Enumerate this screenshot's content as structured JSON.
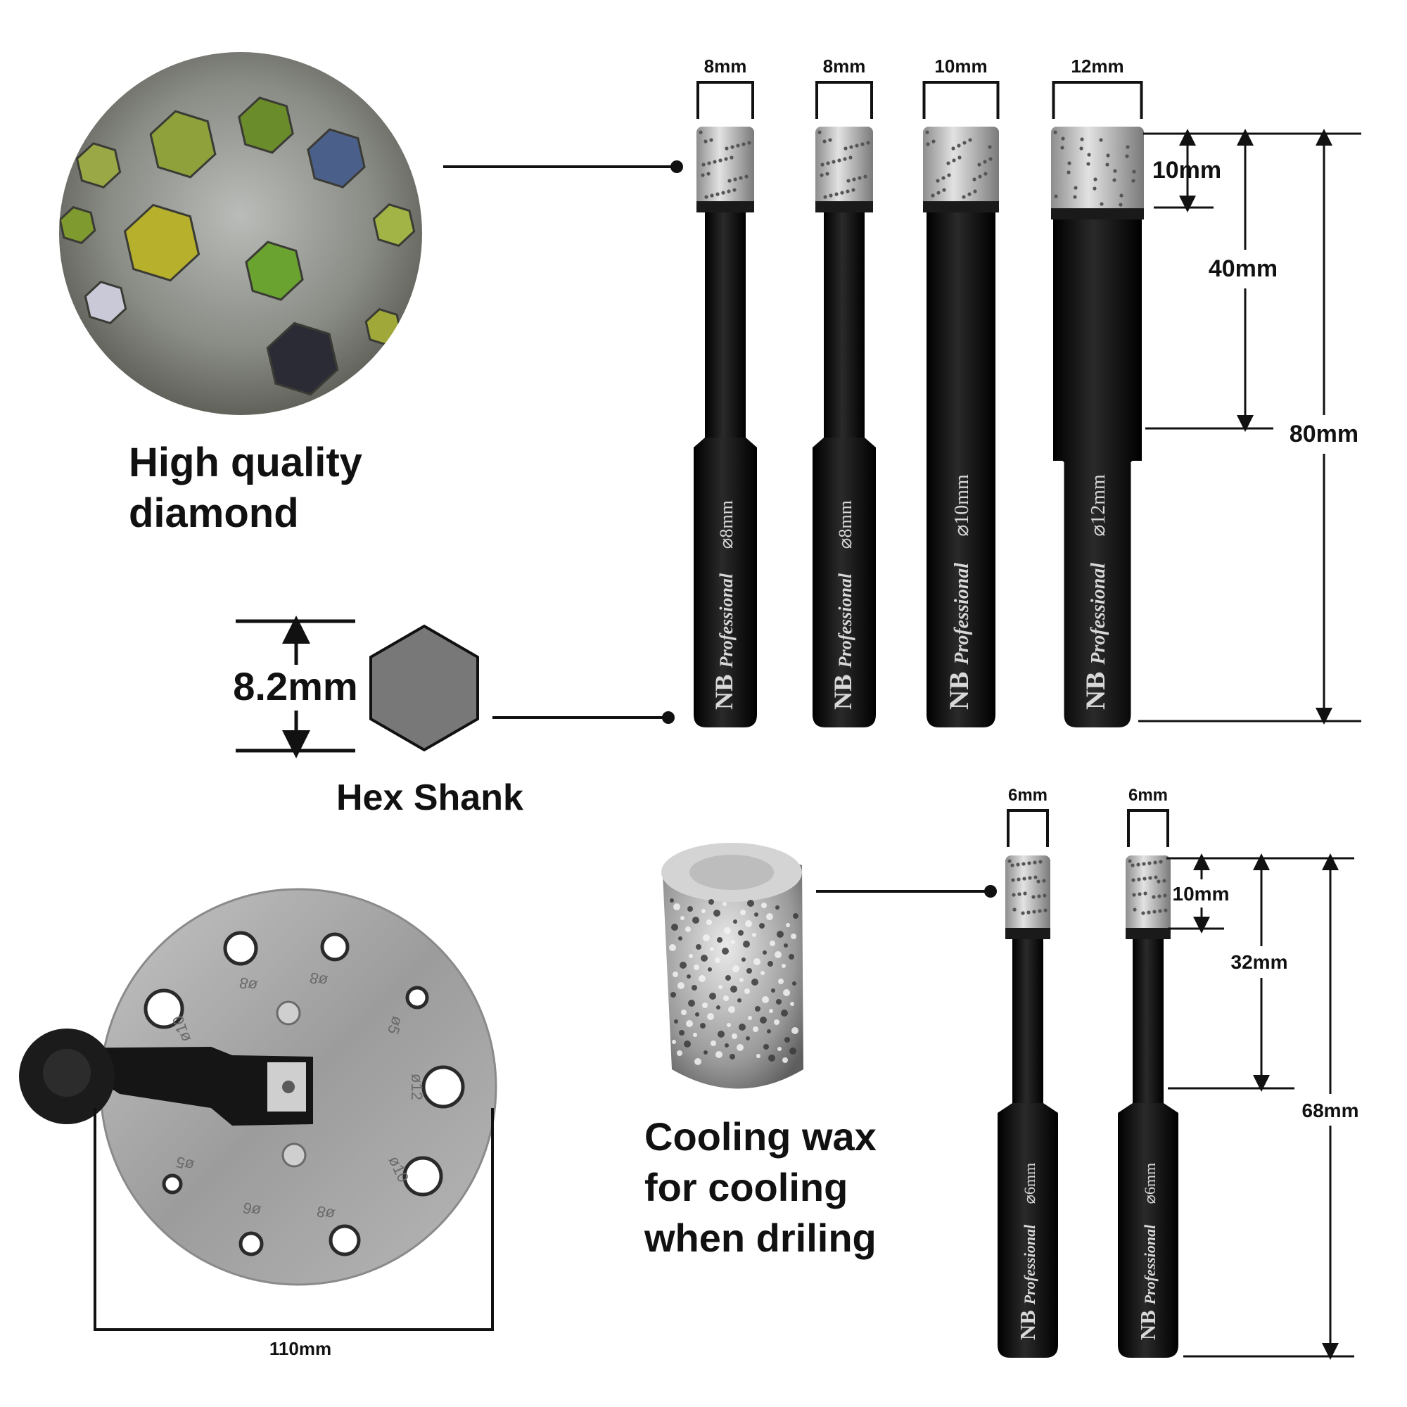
{
  "captions": {
    "diamond": [
      "High quality",
      "diamond"
    ],
    "hex_shank": "Hex Shank",
    "wax": [
      "Cooling wax",
      "for cooling",
      "when driling"
    ]
  },
  "top_bits": [
    {
      "width_label": "8mm",
      "engraving_size": "⌀8mm"
    },
    {
      "width_label": "8mm",
      "engraving_size": "⌀8mm"
    },
    {
      "width_label": "10mm",
      "engraving_size": "⌀10mm"
    },
    {
      "width_label": "12mm",
      "engraving_size": "⌀12mm"
    }
  ],
  "bottom_bits": [
    {
      "width_label": "6mm",
      "engraving_size": "⌀6mm"
    },
    {
      "width_label": "6mm",
      "engraving_size": "⌀6mm"
    }
  ],
  "engraving": {
    "brand": "NB",
    "line": "Professional"
  },
  "dimensions": {
    "top_tip": "10mm",
    "top_shaft": "40mm",
    "top_total": "80mm",
    "bottom_tip": "10mm",
    "bottom_shaft": "32mm",
    "bottom_total": "68mm",
    "hex": "8.2mm",
    "plate": "110mm"
  },
  "plate_hole_labels": [
    "ø8",
    "ø8",
    "ø5",
    "ø12",
    "ø10",
    "ø8",
    "ø6",
    "ø5",
    "ø10"
  ],
  "colors": {
    "ink": "#111111",
    "bit_body": "#0c0c0c",
    "hex_fill": "#777777",
    "plate": "#a9a9a9"
  }
}
